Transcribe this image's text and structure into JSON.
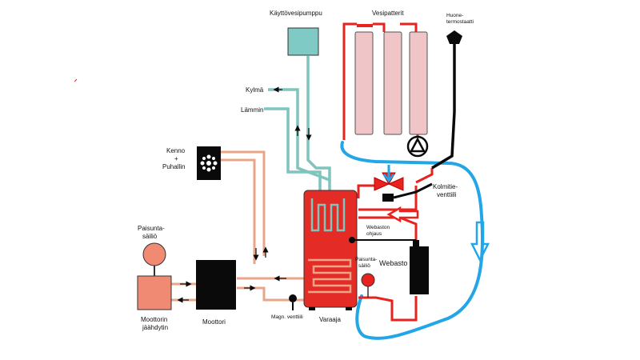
{
  "labels": {
    "kayttovesipumppu": "Käyttövesipumppu",
    "vesipatterit": "Vesipatterit",
    "huonetermostaatti_1": "Huone-",
    "huonetermostaatti_2": "termostaatti",
    "kylma": "Kylmä",
    "lammin": "Lämmin",
    "kenno_1": "Kenno",
    "kenno_2": "+",
    "kenno_3": "Puhallin",
    "kolmitieventtiili_1": "Kolmitie-",
    "kolmitieventtiili_2": "venttiili",
    "webaston_ohjaus_1": "Webaston",
    "webaston_ohjaus_2": "ohjaus",
    "webasto": "Webasto",
    "paisuntasailio_small_1": "Paisunta-",
    "paisuntasailio_small_2": "säiliö",
    "paisuntasailio_big_1": "Paisunta-",
    "paisuntasailio_big_2": "säiliö",
    "moottorin_jaahdytin_1": "Moottorin",
    "moottorin_jaahdytin_2": "jäähdytin",
    "moottori": "Moottori",
    "magn_venttiili": "Magn. venttiili",
    "varaaja": "Varaaja"
  },
  "colors": {
    "hot_pipe": "#e8231f",
    "warm_pipe": "#e8a58a",
    "cold_pipe": "#7fc4bd",
    "blue_loop": "#22a6e8",
    "tank": "#e52b25",
    "radiator": "#f0c5c8",
    "black": "#0a0a0a",
    "pump_box": "#7fcac4",
    "radiator_tank": "#f08a73"
  },
  "icons": {
    "fan": "fan-icon",
    "pump": "pump-triangle-icon",
    "thermostat": "pentagon-icon",
    "valve": "three-way-valve-icon"
  }
}
